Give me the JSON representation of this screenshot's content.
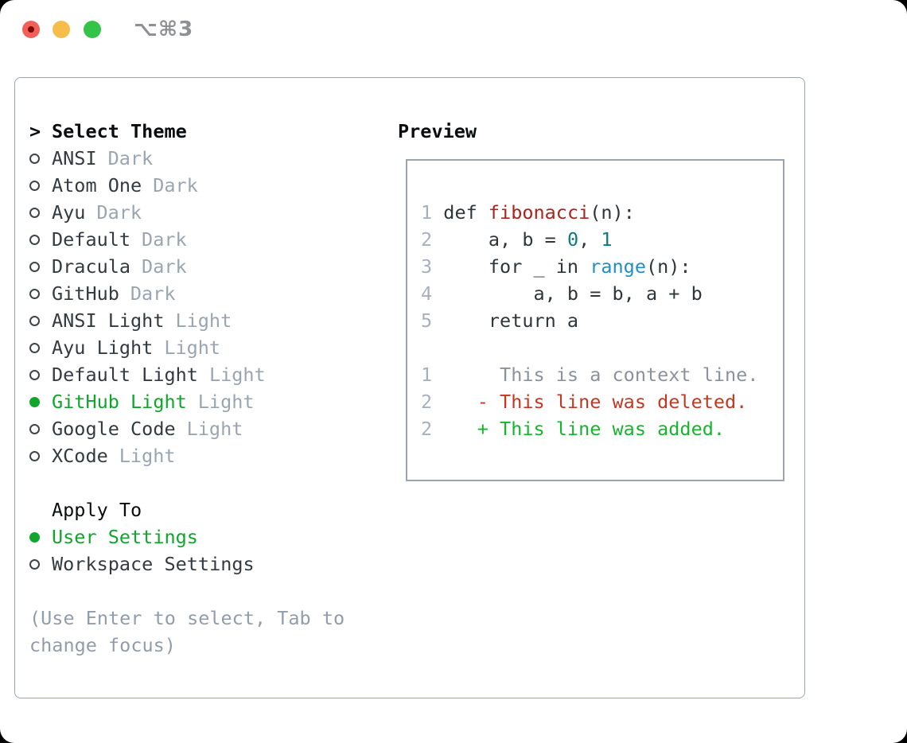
{
  "titlebar": {
    "shortcut": "⌥⌘3",
    "traffic_lights": [
      "close",
      "minimize",
      "zoom"
    ]
  },
  "theme_panel": {
    "title_marker": ">",
    "title": "Select Theme",
    "themes": [
      {
        "name": "ANSI",
        "variant": "Dark",
        "selected": false
      },
      {
        "name": "Atom One",
        "variant": "Dark",
        "selected": false
      },
      {
        "name": "Ayu",
        "variant": "Dark",
        "selected": false
      },
      {
        "name": "Default",
        "variant": "Dark",
        "selected": false
      },
      {
        "name": "Dracula",
        "variant": "Dark",
        "selected": false
      },
      {
        "name": "GitHub",
        "variant": "Dark",
        "selected": false
      },
      {
        "name": "ANSI Light",
        "variant": "Light",
        "selected": false
      },
      {
        "name": "Ayu Light",
        "variant": "Light",
        "selected": false
      },
      {
        "name": "Default Light",
        "variant": "Light",
        "selected": false
      },
      {
        "name": "GitHub Light",
        "variant": "Light",
        "selected": true
      },
      {
        "name": "Google Code",
        "variant": "Light",
        "selected": false
      },
      {
        "name": "XCode",
        "variant": "Light",
        "selected": false
      }
    ],
    "apply_to": {
      "title": "Apply To",
      "options": [
        {
          "name": "User Settings",
          "selected": true
        },
        {
          "name": "Workspace Settings",
          "selected": false
        }
      ]
    },
    "hint_lines": [
      "(Use Enter to select, Tab to",
      "change focus)"
    ]
  },
  "preview": {
    "title": "Preview",
    "code_lines": [
      {
        "num": "1",
        "segments": [
          {
            "t": " def ",
            "c": "plain"
          },
          {
            "t": "fibonacci",
            "c": "fn"
          },
          {
            "t": "(n):",
            "c": "plain"
          }
        ]
      },
      {
        "num": "2",
        "segments": [
          {
            "t": "     a, b = ",
            "c": "plain"
          },
          {
            "t": "0",
            "c": "numlit"
          },
          {
            "t": ", ",
            "c": "plain"
          },
          {
            "t": "1",
            "c": "numlit"
          }
        ]
      },
      {
        "num": "3",
        "segments": [
          {
            "t": "     for _ in ",
            "c": "plain"
          },
          {
            "t": "range",
            "c": "builtin"
          },
          {
            "t": "(n):",
            "c": "plain"
          }
        ]
      },
      {
        "num": "4",
        "segments": [
          {
            "t": "         a, b = b, a + b",
            "c": "plain"
          }
        ]
      },
      {
        "num": "5",
        "segments": [
          {
            "t": "     return a",
            "c": "plain"
          }
        ]
      },
      {
        "num": "",
        "segments": []
      },
      {
        "num": "1",
        "segments": [
          {
            "t": "      This is a context line.",
            "c": "ctx"
          }
        ]
      },
      {
        "num": "2",
        "segments": [
          {
            "t": "    ",
            "c": "plain"
          },
          {
            "t": "- This line was deleted.",
            "c": "del"
          }
        ]
      },
      {
        "num": "2",
        "segments": [
          {
            "t": "    ",
            "c": "plain"
          },
          {
            "t": "+ This line was added.",
            "c": "add"
          }
        ]
      }
    ]
  },
  "colors": {
    "selected-green": "#0fa62b",
    "added-green": "#14b62c",
    "deleted-red": "#c43722",
    "function-red": "#aa241c",
    "number-teal": "#0f7a80",
    "builtin-blue": "#1e8fc9",
    "context-gray": "#8b929b",
    "muted-gray": "#9aa5b2",
    "line-number": "#a6b0bf",
    "text-dark": "#333a40",
    "heading-black": "#0a0d10",
    "border-gray": "#9aa4b0",
    "hint-gray": "#929dab",
    "titlebar-gray": "#8e9094",
    "traffic-red": "#f2605a",
    "traffic-yellow": "#f6bd4b",
    "traffic-green": "#33c348"
  }
}
